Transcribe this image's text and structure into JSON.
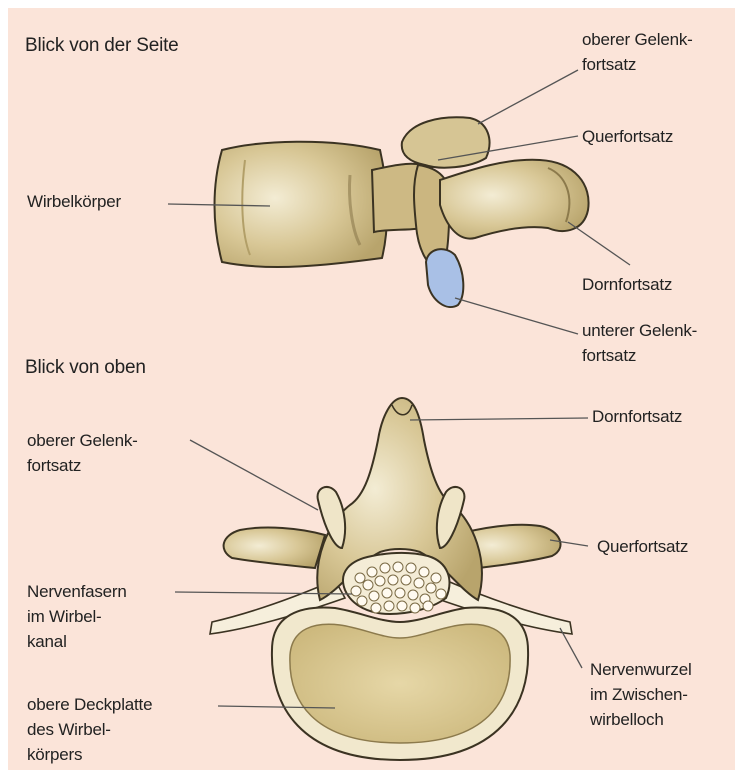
{
  "side_view": {
    "title": "Blick von der Seite",
    "labels": {
      "superior_articular": "oberer Gelenk-\nfortsatz",
      "transverse": "Querfortsatz",
      "body": "Wirbelkörper",
      "spinous": "Dornfortsatz",
      "inferior_articular": "unterer Gelenk-\nfortsatz"
    }
  },
  "top_view": {
    "title": "Blick von oben",
    "labels": {
      "spinous": "Dornfortsatz",
      "superior_articular": "oberer Gelenk-\nfortsatz",
      "transverse": "Querfortsatz",
      "nerve_fibers": "Nervenfasern\nim Wirbel-\nkanal",
      "nerve_root": "Nervenwurzel\nim Zwischen-\nwirbelloch",
      "endplate": "obere Deckplatte\ndes Wirbel-\nkörpers"
    }
  },
  "colors": {
    "background": "#fbe4d9",
    "bone": "#d9c99c",
    "bone_light": "#f0e8cf",
    "bone_shadow": "#8c7a4c",
    "outline": "#3b3322",
    "highlight_facet": "#a9c0e6",
    "leader_line": "#555555"
  }
}
